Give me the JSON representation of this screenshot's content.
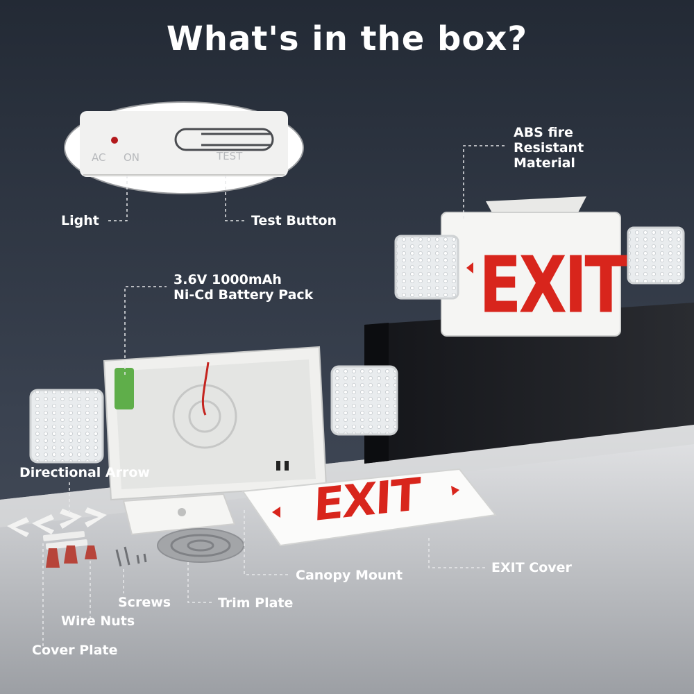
{
  "title": "What's in the box?",
  "callouts": {
    "light": "Light",
    "test_button": "Test Button",
    "abs_line1": "ABS fire",
    "abs_line2": "Resistant",
    "abs_line3": "Material",
    "battery_line1": "3.6V 1000mAh",
    "battery_line2": "Ni-Cd Battery Pack",
    "directional_arrow": "Directional Arrow",
    "canopy_mount": "Canopy Mount",
    "exit_cover": "EXIT Cover",
    "screws": "Screws",
    "trim_plate": "Trim Plate",
    "wire_nuts": "Wire Nuts",
    "cover_plate": "Cover Plate"
  },
  "panel": {
    "ac_label": "AC",
    "on_label": "ON",
    "test_label": "TEST"
  },
  "sign": {
    "word": "EXIT",
    "text_color": "#d8251c"
  },
  "colors": {
    "background_dark": "#2a313d",
    "floor": "#c9cbce",
    "housing": "#f4f4f2",
    "battery": "#5fae4a",
    "callout_text": "#ffffff"
  }
}
